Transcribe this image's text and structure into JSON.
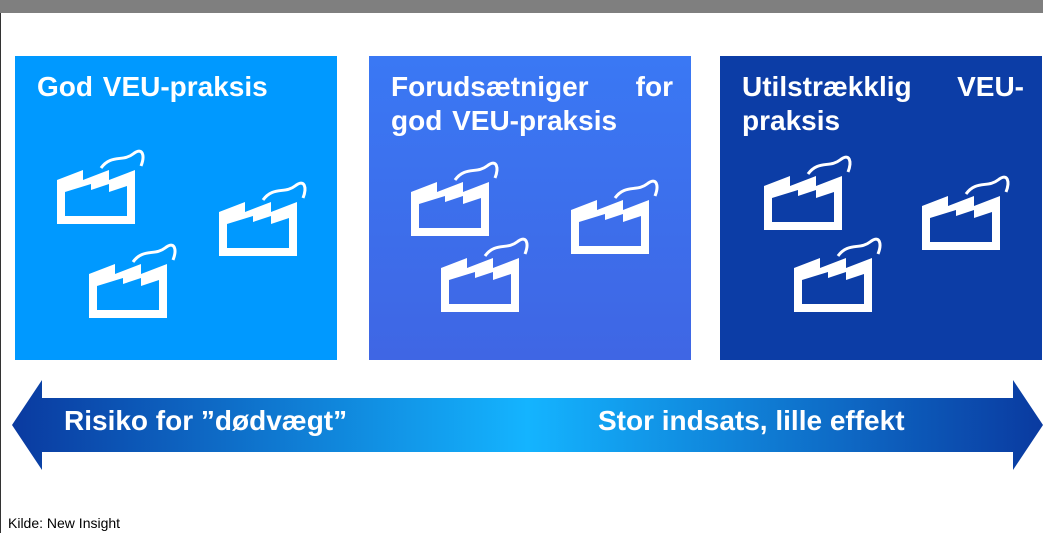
{
  "colors": {
    "top_bar": "#7f7f7f",
    "panel_1": "#0099ff",
    "panel_2": "#3f6ee9",
    "panel_3": "#0c3da6",
    "arrow_dark": "#0a3aa0",
    "arrow_light": "#14b4ff",
    "text": "#ffffff"
  },
  "panels": [
    {
      "title": "God VEU-praksis",
      "icon": "factory-icon"
    },
    {
      "title": "Forudsætniger for god VEU-praksis",
      "icon": "factory-icon"
    },
    {
      "title": "Utilstrækklig VEU-praksis",
      "icon": "factory-icon"
    }
  ],
  "arrow": {
    "left_label": "Risiko for ”dødvægt”",
    "right_label": "Stor indsats, lille effekt",
    "icon": "double-arrow-icon"
  },
  "source": "Kilde: New Insight"
}
